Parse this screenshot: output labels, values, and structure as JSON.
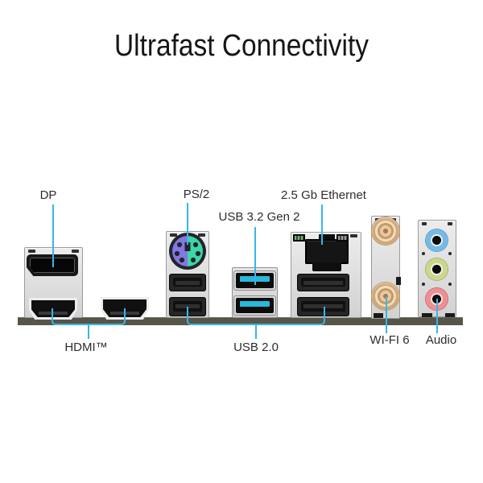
{
  "title": "Ultrafast Connectivity",
  "labels": {
    "dp": "DP",
    "ps2": "PS/2",
    "usb32": "USB 3.2 Gen 2",
    "ethernet": "2.5 Gb Ethernet",
    "hdmi": "HDMI™",
    "usb20": "USB 2.0",
    "wifi": "WI-FI 6",
    "audio": "Audio"
  },
  "icons": [
    "displayport-port-icon",
    "hdmi-port-icon",
    "ps2-port-icon",
    "usb2-port-icon",
    "usb3-port-icon",
    "ethernet-rj45-icon",
    "ethernet-led-icon",
    "wifi-antenna-connector-icon",
    "audio-jack-icon"
  ],
  "colors": {
    "callout": "#38b6e6",
    "label-text": "#2d2d2d",
    "title-text": "#161616",
    "pcb": "#57544a",
    "usb3-tongue": "#28b8dc",
    "ps2-purple": "#8377e0",
    "ps2-green": "#3bd7a4",
    "audio-line-in": "#74b9e7",
    "audio-line-out": "#ccd68d",
    "audio-mic": "#ee8f93",
    "wifi-gold": "#d9b78e",
    "led-green": "#7cb07c"
  }
}
